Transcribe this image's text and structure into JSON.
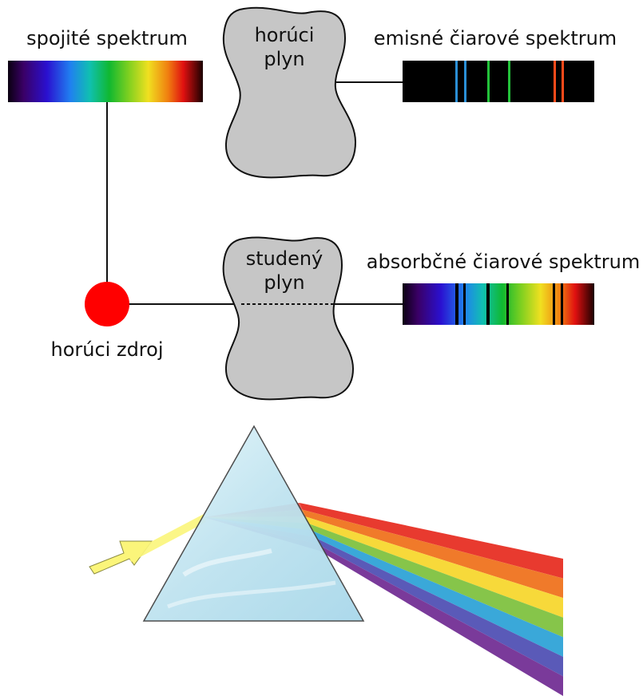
{
  "labels": {
    "continuous_spectrum": "spojité spektrum",
    "hot_gas_line1": "horúci",
    "hot_gas_line2": "plyn",
    "emission_spectrum": "emisné čiarové spektrum",
    "cold_gas_line1": "studený",
    "cold_gas_line2": "plyn",
    "absorption_spectrum": "absorbčné čiarové spektrum",
    "hot_source": "horúci zdroj"
  },
  "colors": {
    "source": "#ff0000",
    "gas_fill": "#c6c6c6",
    "line": "#111111",
    "emission_lines": [
      "#2a8fd6",
      "#23c23a",
      "#23c23a",
      "#ff4a1a",
      "#ff4a1a"
    ],
    "beam": "#fbf57a",
    "prism": "#cfeaf5",
    "rainbow": [
      "#e83a2f",
      "#f07a2a",
      "#f7d93a",
      "#86c54a",
      "#3aa8d9",
      "#5a5ab8",
      "#7a3a9a"
    ]
  }
}
